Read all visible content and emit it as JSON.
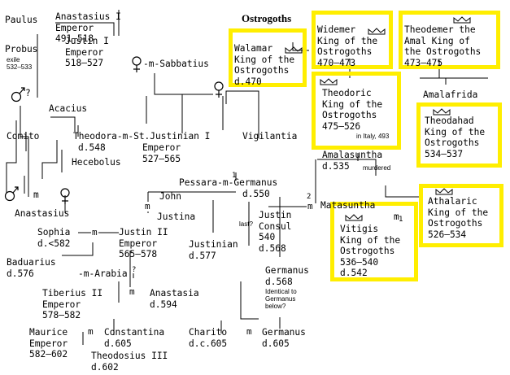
{
  "heading": "Ostrogoths",
  "people": {
    "paulus": "Paulus",
    "anastasius_i": "Anastasius I\nEmperor\n491–518",
    "probus": "Probus",
    "probus_note": "exile\n532–533",
    "justin_i": "Justin I\nEmperor\n518–527",
    "sabbatius": "-m-Sabbatius",
    "acacius": "Acacius",
    "comito": "Comito",
    "theodora": "Theodora-m-St.Justinian I",
    "theodora_dates": "d.548",
    "justinian_i_title": "Emperor\n527–565",
    "vigilantia": "Vigilantia",
    "hecebolus": "Hecebolus",
    "anastasius": "Anastasius",
    "pessara_germanus": "Pessara-m-Germanus",
    "germanus_dates": "d.550",
    "john": "John",
    "justina": "Justina",
    "justin_consul": "Justin\nConsul\n540\nd.568",
    "justin_note": "last?",
    "matasuntha": "Matasuntha",
    "amalasuntha": "Amalasuntha\nd.535",
    "amalasuntha_note": "murdered",
    "amalafrida": "Amalafrida",
    "sophia": "Sophia\nd.<582",
    "justin_ii": "Justin II\nEmperor\n565–578",
    "justinian": "Justinian\nd.577",
    "baduarius": "Baduarius\nd.576",
    "arabia": "-m-Arabia",
    "tiberius_ii": "Tiberius II\nEmperor\n578–582",
    "anastasia": "Anastasia\nd.594",
    "germanus_568": "Germanus\nd.568",
    "germanus_note": "Identical to\nGermanus\nbelow?",
    "maurice": "Maurice\nEmperor\n582–602",
    "constantina": "Constantina\nd.605",
    "theodosius_iii": "Theodosius III\nd.602",
    "charito": "Charito",
    "charito_dates": "d.c.605",
    "germanus_605": "Germanus\nd.605"
  },
  "kings": {
    "walamar": "Walamar\nKing of the\nOstrogoths\nd.470",
    "widemer": "Widemer\nKing of the\nOstrogoths\n470–473",
    "theodemer": "Theodemer the\nAmal King of\nthe Ostrogoths\n473–475",
    "theodoric": "Theodoric\nKing of the\nOstrogoths\n475–526",
    "theodoric_note": "in Italy, 493",
    "theodahad": "Theodahad\nKing of the\nOstrogoths\n534–537",
    "athalaric": "Athalaric\nKing of the\nOstrogoths\n526–534",
    "vitigis": "Vitigis\nKing of the\nOstrogoths\n536–540\nd.542"
  },
  "marks": {
    "m": "m",
    "m1": "m",
    "one": "1",
    "two": "2",
    "q": "?",
    "q2": "?"
  },
  "icons": {
    "crown": "crown-icon",
    "male": "male-symbol-icon",
    "female": "female-symbol-icon"
  },
  "colors": {
    "highlight": "#ffee00",
    "line": "#000000"
  }
}
